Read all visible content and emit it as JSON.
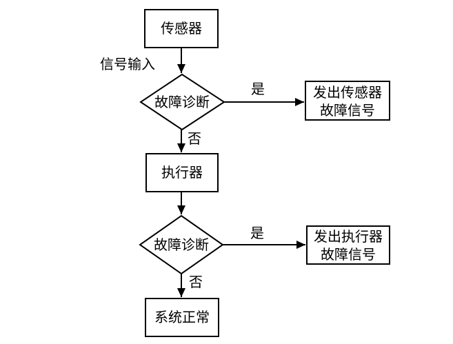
{
  "diagram": {
    "type": "flowchart",
    "colors": {
      "stroke": "#000000",
      "node_fill": "#ffffff",
      "text": "#000000",
      "background": "#ffffff"
    },
    "nodes": {
      "sensor": {
        "label": "传感器",
        "shape": "rect"
      },
      "fault_diagnosis_1": {
        "label": "故障诊断",
        "shape": "diamond"
      },
      "sensor_fault_signal": {
        "line1": "发出传感器",
        "line2": "故障信号",
        "shape": "rect"
      },
      "actuator": {
        "label": "执行器",
        "shape": "rect"
      },
      "fault_diagnosis_2": {
        "label": "故障诊断",
        "shape": "diamond"
      },
      "actuator_fault_signal": {
        "line1": "发出执行器",
        "line2": "故障信号",
        "shape": "rect"
      },
      "system_normal": {
        "label": "系统正常",
        "shape": "rect"
      }
    },
    "edge_labels": {
      "signal_input": "信号输入",
      "yes_1": "是",
      "no_1": "否",
      "yes_2": "是",
      "no_2": "否"
    }
  }
}
